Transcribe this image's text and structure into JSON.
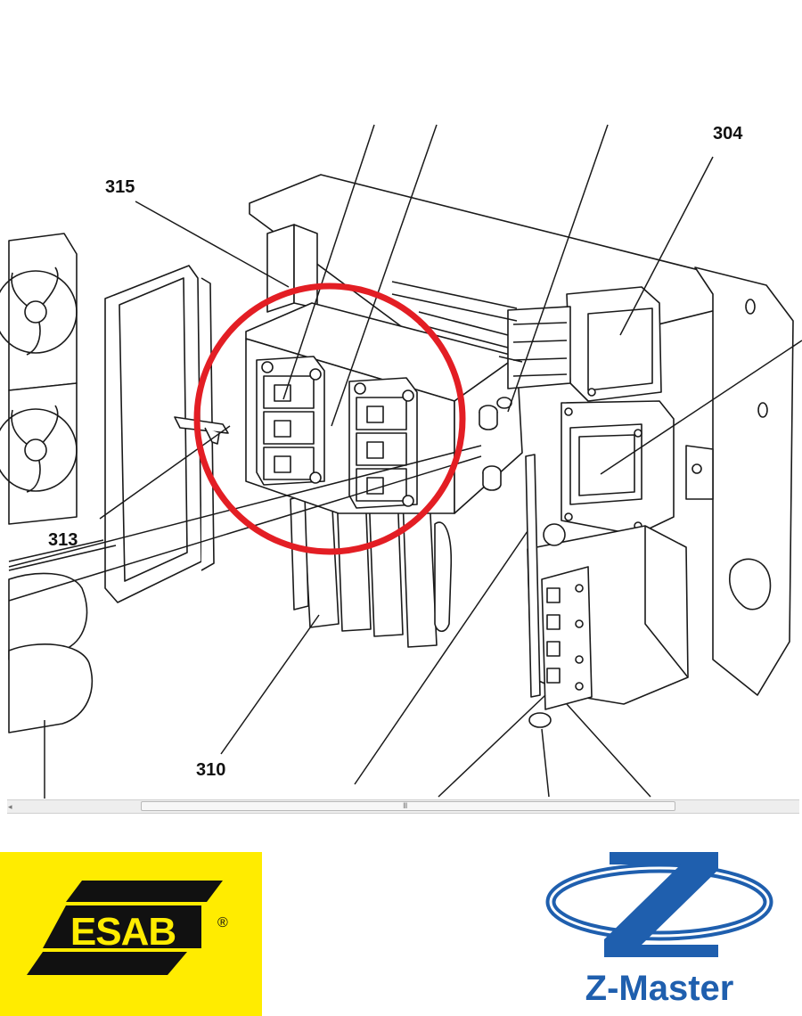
{
  "diagram": {
    "callouts": [
      {
        "id": "315",
        "text": "315"
      },
      {
        "id": "304",
        "text": "304"
      },
      {
        "id": "313",
        "text": "313"
      },
      {
        "id": "310",
        "text": "310"
      }
    ],
    "highlight_color": "#e31e24"
  },
  "logos": {
    "esab": {
      "text": "ESAB",
      "registered": "®",
      "background": "#ffec00",
      "ink": "#111111"
    },
    "zmaster": {
      "text": "Z-Master",
      "color": "#1f5fae"
    }
  },
  "scrollbar": {
    "grip": "III"
  }
}
